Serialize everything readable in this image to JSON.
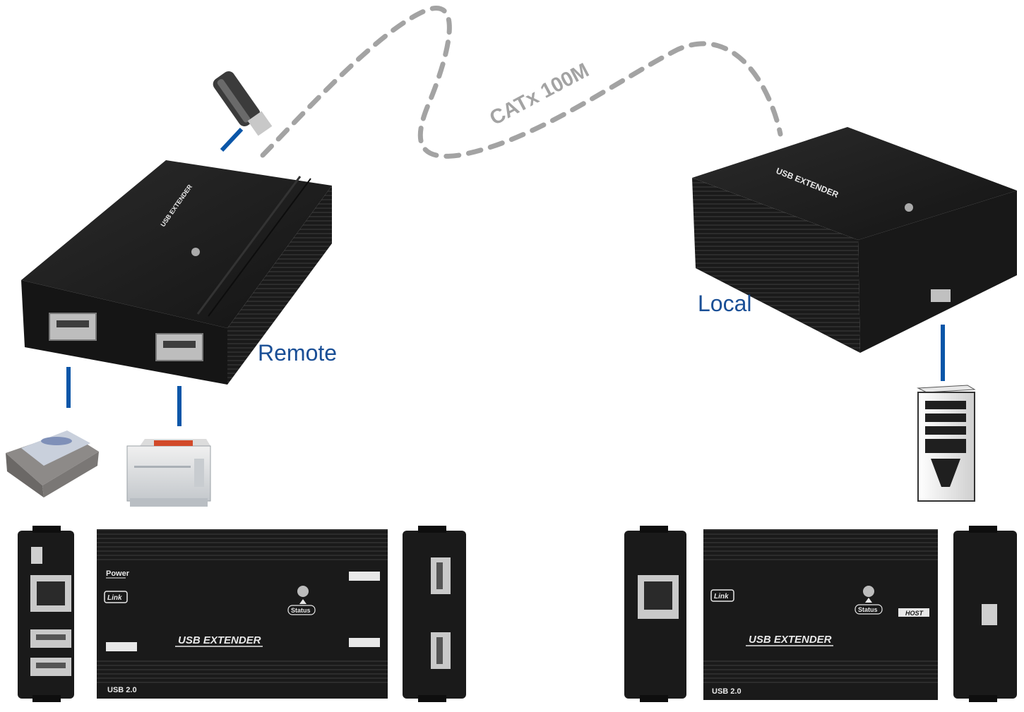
{
  "labels": {
    "remote": "Remote",
    "local": "Local",
    "cable": "CATx 100M"
  },
  "device": {
    "name": "USB EXTENDER",
    "version": "USB 2.0",
    "power": "Power",
    "link": "Link",
    "status": "Status",
    "host": "HOST"
  },
  "colors": {
    "label": "#1a4f96",
    "connector": "#0a56a8",
    "cable": "#a3a3a3",
    "device_body": "#1b1b1b"
  }
}
